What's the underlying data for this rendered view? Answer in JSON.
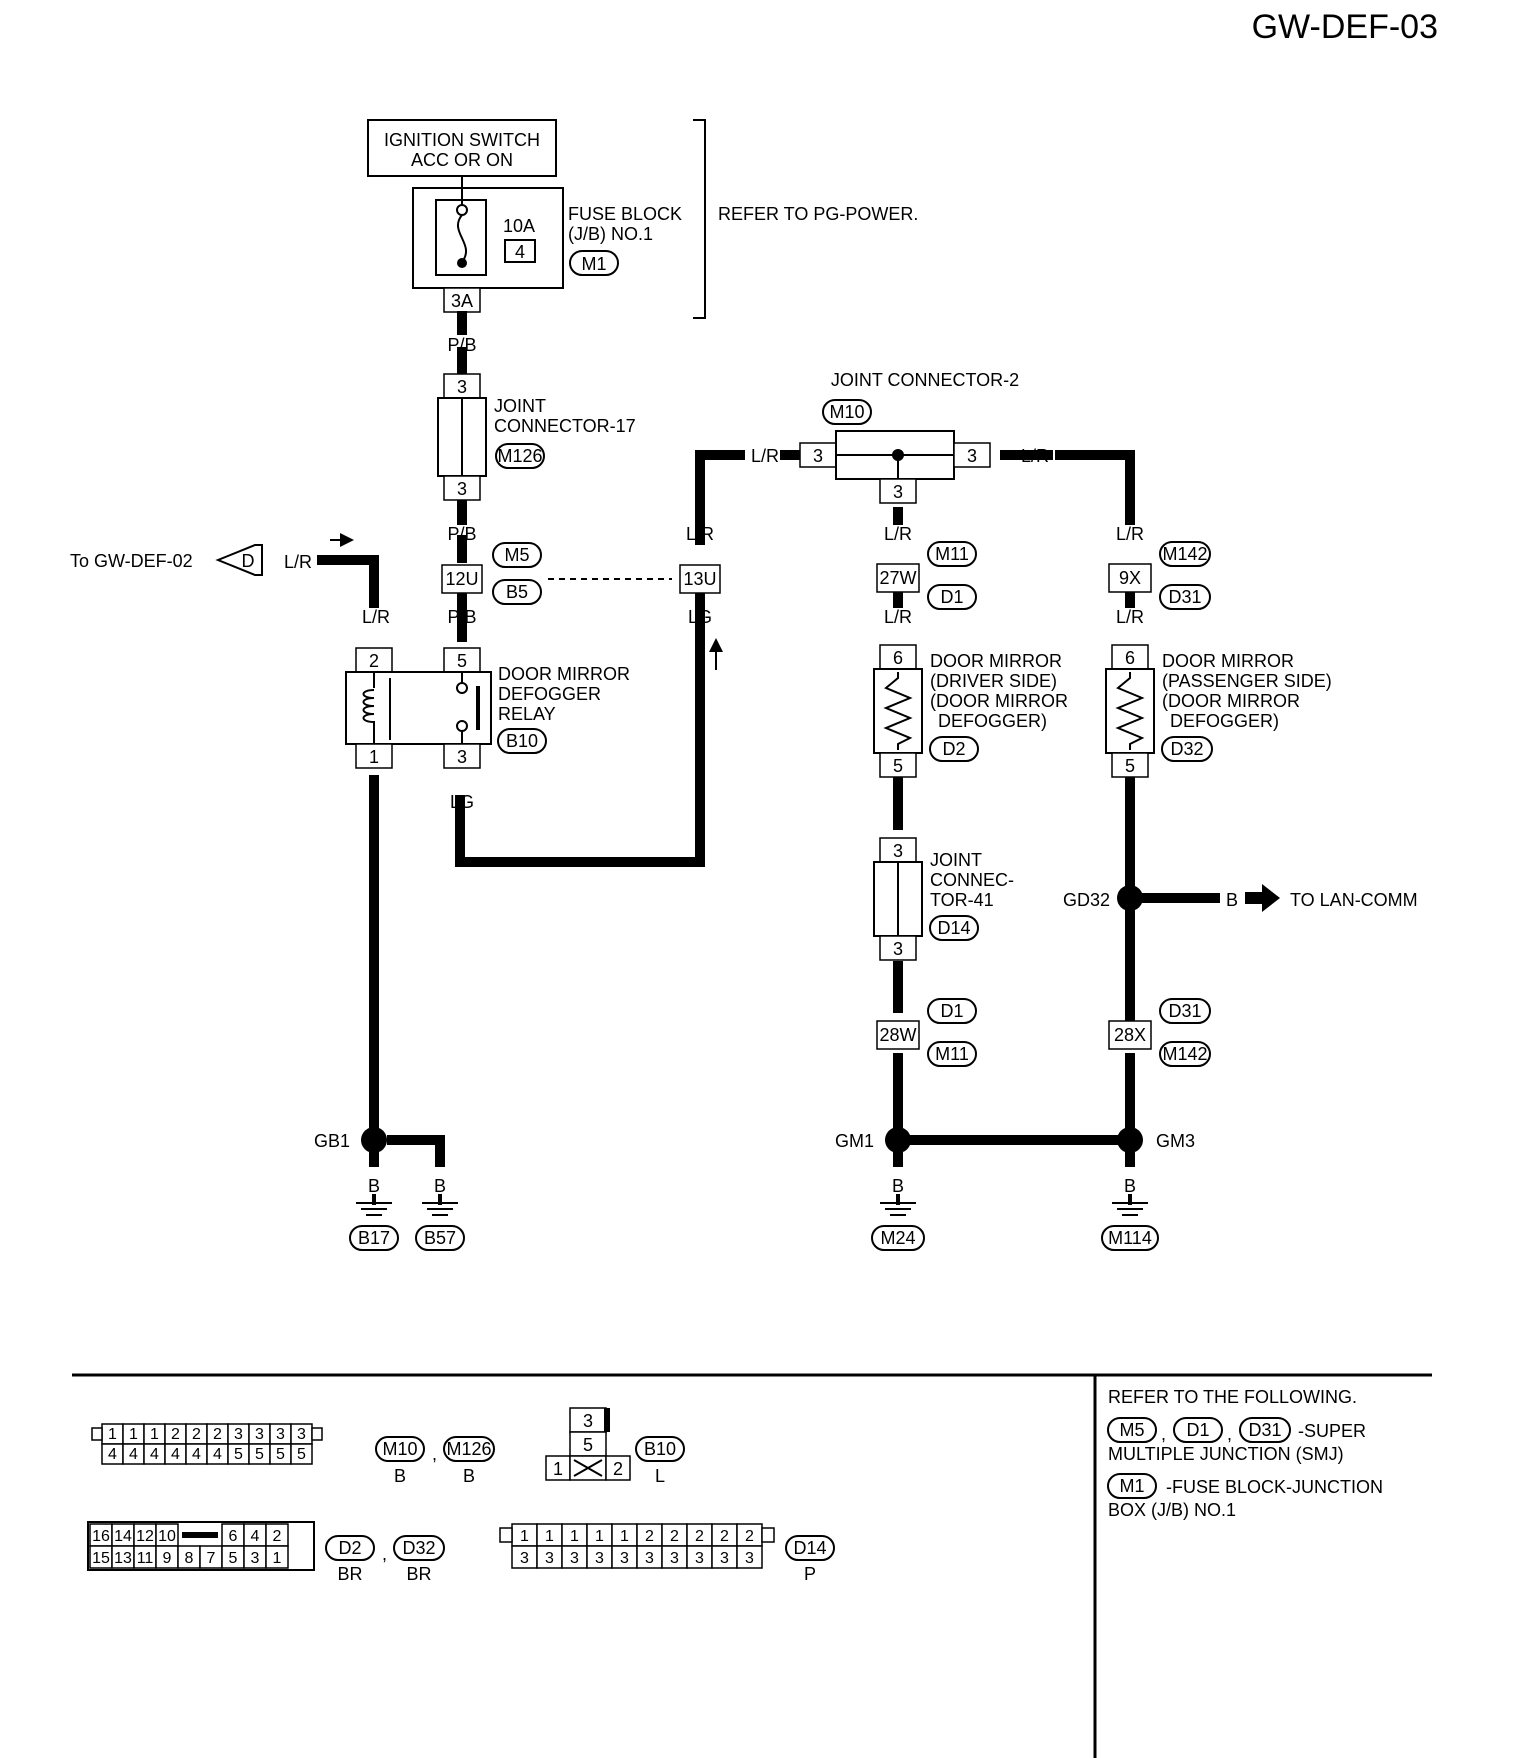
{
  "page": {
    "title": "GW-DEF-03"
  },
  "ignition": {
    "line1": "IGNITION SWITCH",
    "line2": "ACC OR ON"
  },
  "fuse": {
    "amp": "10A",
    "num": "4",
    "label1": "FUSE BLOCK",
    "label2": "(J/B) NO.1",
    "connector": "M1",
    "terminal": "3A"
  },
  "refer_power": "REFER TO PG-POWER.",
  "wires": {
    "pb": "P/B",
    "lr": "L/R",
    "lg": "LG",
    "b": "B"
  },
  "pins": {
    "p1": "1",
    "p2": "2",
    "p3": "3",
    "p5": "5",
    "p6": "6"
  },
  "jc17": {
    "line1": "JOINT",
    "line2": "CONNECTOR-17",
    "connector": "M126"
  },
  "jc2": {
    "label": "JOINT CONNECTOR-2",
    "connector": "M10"
  },
  "smj_left": {
    "term_a": "12U",
    "term_b": "13U",
    "conn1": "M5",
    "conn2": "B5"
  },
  "offpage": {
    "label": "To GW-DEF-02",
    "marker": "D"
  },
  "relay": {
    "line1": "DOOR MIRROR",
    "line2": "DEFOGGER",
    "line3": "RELAY",
    "connector": "B10"
  },
  "driver": {
    "term_top": "27W",
    "conn_top1": "M11",
    "conn_top2": "D1",
    "line1": "DOOR MIRROR",
    "line2": "(DRIVER SIDE)",
    "line3": "(DOOR MIRROR",
    "line4": "DEFOGGER)",
    "connector": "D2",
    "jc41_1": "JOINT",
    "jc41_2": "CONNEC-",
    "jc41_3": "TOR-41",
    "jc41_conn": "D14",
    "term_bot": "28W",
    "conn_bot1": "D1",
    "conn_bot2": "M11"
  },
  "passenger": {
    "term_top": "9X",
    "conn_top1": "M142",
    "conn_top2": "D31",
    "line1": "DOOR MIRROR",
    "line2": "(PASSENGER SIDE)",
    "line3": "(DOOR MIRROR",
    "line4": "DEFOGGER)",
    "connector": "D32",
    "term_bot": "28X",
    "conn_bot1": "D31",
    "conn_bot2": "M142"
  },
  "lan": {
    "gd32": "GD32",
    "label": "TO LAN-COMM"
  },
  "grounds": {
    "gb1": "GB1",
    "gm1": "GM1",
    "gm3": "GM3",
    "b17": "B17",
    "b57": "B57",
    "m24": "M24",
    "m114": "M114"
  },
  "conn_views": {
    "a": {
      "top": [
        "1",
        "1",
        "1",
        "2",
        "2",
        "2",
        "3",
        "3",
        "3",
        "3"
      ],
      "bottom": [
        "4",
        "4",
        "4",
        "4",
        "4",
        "4",
        "5",
        "5",
        "5",
        "5"
      ],
      "ref1": "M10",
      "ref2": "M126",
      "color1": "B",
      "color2": "B"
    },
    "b": {
      "top": "3",
      "mid": "5",
      "left": "1",
      "right": "2",
      "ref": "B10",
      "color": "L"
    },
    "c": {
      "top": [
        "16",
        "14",
        "12",
        "10",
        "6",
        "4",
        "2"
      ],
      "bottom": [
        "15",
        "13",
        "11",
        "9",
        "8",
        "7",
        "5",
        "3",
        "1"
      ],
      "ref1": "D2",
      "ref2": "D32",
      "color1": "BR",
      "color2": "BR"
    },
    "d": {
      "top": [
        "1",
        "1",
        "1",
        "1",
        "1",
        "2",
        "2",
        "2",
        "2",
        "2"
      ],
      "bottom": [
        "3",
        "3",
        "3",
        "3",
        "3",
        "3",
        "3",
        "3",
        "3",
        "3"
      ],
      "ref": "D14",
      "color": "P"
    }
  },
  "refer": {
    "line1": "REFER TO THE FOLLOWING.",
    "conn1": "M5",
    "conn2": "D1",
    "conn3": "D31",
    "suffix1": "-SUPER",
    "line2": "MULTIPLE JUNCTION (SMJ)",
    "conn4": "M1",
    "suffix2": "-FUSE BLOCK-JUNCTION",
    "line3": "BOX (J/B) NO.1"
  },
  "punct": {
    "comma": ","
  }
}
